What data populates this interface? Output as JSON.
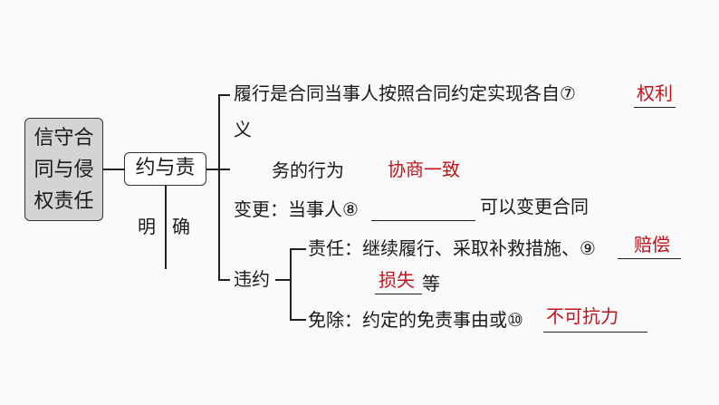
{
  "root": {
    "lines": [
      "信守合",
      "同与侵",
      "权责任"
    ]
  },
  "node": "约与责",
  "side_label": [
    "明",
    "确"
  ],
  "fulfill": {
    "line1": "履行是合同当事人按照合同约定实现各自⑦",
    "answer7": "权利",
    "line2": "义",
    "line3": "务的行为"
  },
  "change": {
    "prefix": "变更：当事人⑧",
    "answer8": "协商一致",
    "suffix": "可以变更合同"
  },
  "breach": {
    "label": "违约",
    "liability": {
      "text": "责任：继续履行、采取补救措施、⑨",
      "answer9a": "赔偿",
      "answer9b": "损失",
      "suffix": "等"
    },
    "exemption": {
      "text": "免除：约定的免责事由或⑩",
      "answer10": "不可抗力"
    }
  }
}
